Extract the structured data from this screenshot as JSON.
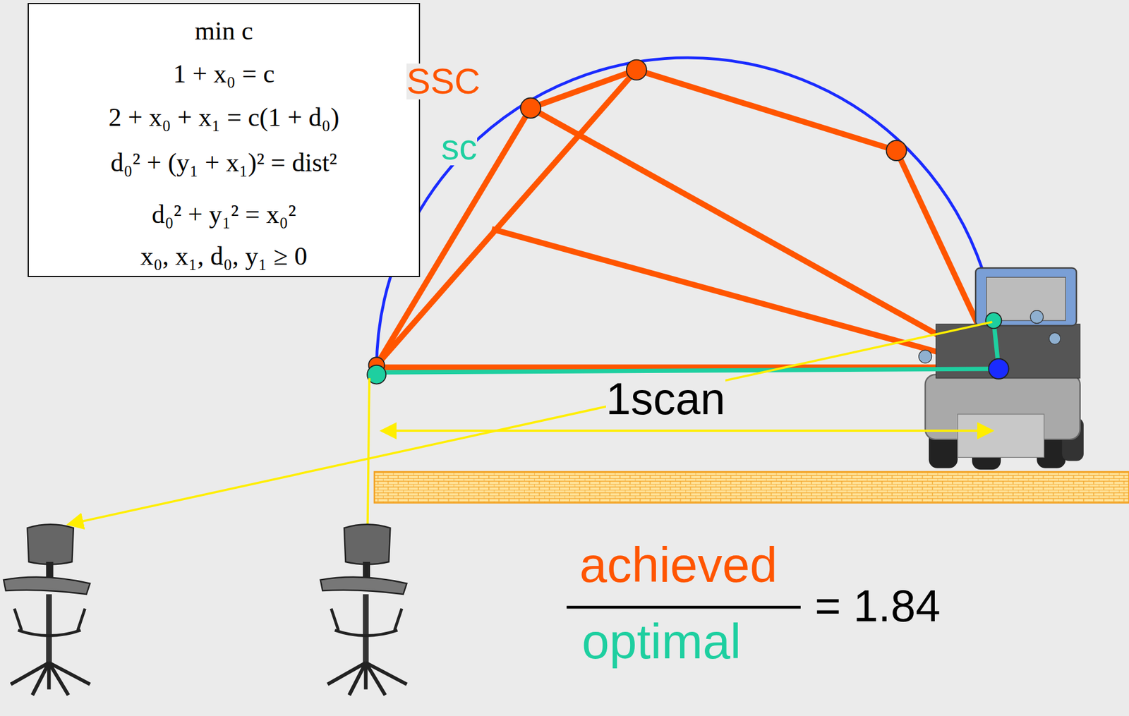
{
  "diagram": {
    "nodes": [
      {
        "text": [
          "min c",
          "1 + x₀ = c",
          "2 + x₀ + x₁ = c(1 + d₀)",
          "d₀² + (y₁ + x₁)² = dist²",
          "d₀² + y₁² = x₀²",
          "x₀, x₁, d₀, y₁ ≥ 0"
        ]
      }
    ],
    "labels": [
      "SSC",
      "sc",
      "1scan",
      "achieved",
      "optimal",
      "= 1.84"
    ]
  }
}
